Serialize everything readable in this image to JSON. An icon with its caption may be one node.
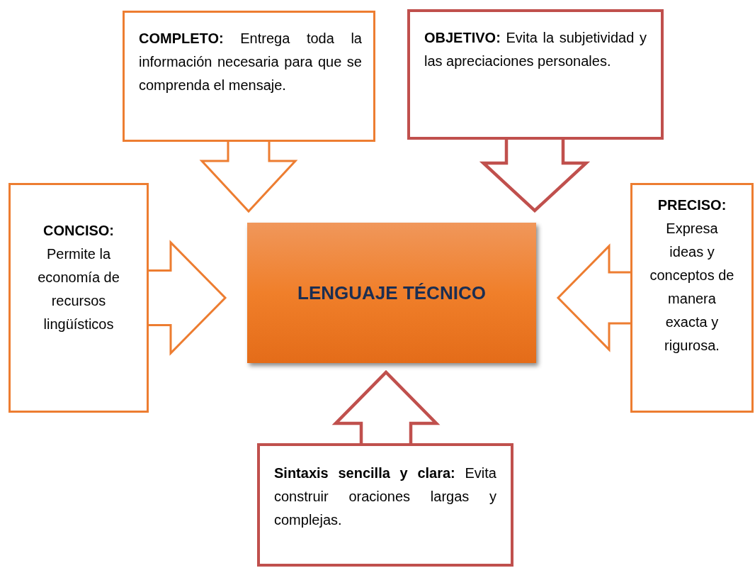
{
  "diagram": {
    "nodes": [
      {
        "text": [
          "**COMPLETO:** Entrega toda la información necesaria para que se comprenda el mensaje."
        ]
      },
      {
        "text": [
          "**OBJETIVO:** Evita la subjetividad y las apreciaciones personales."
        ]
      },
      {
        "text": [
          "CONCISO:",
          "Permite la economía de recursos lingüísticos"
        ]
      },
      {
        "text": [
          "LENGUAJE TÉCNICO"
        ]
      },
      {
        "text": [
          "PRECISO:",
          "Expresa ideas y conceptos de manera exacta y rigurosa."
        ]
      },
      {
        "text": [
          "**Sintaxis sencilla y clara:** Evita construir oraciones largas y complejas."
        ]
      }
    ],
    "edges": [
      {
        "from": 0,
        "to": 3,
        "arrow": "to"
      },
      {
        "from": 1,
        "to": 3,
        "arrow": "to",
        "style": "thick",
        "color": "#c0504d"
      },
      {
        "from": 2,
        "to": 3,
        "arrow": "to"
      },
      {
        "from": 4,
        "to": 3,
        "arrow": "to"
      },
      {
        "from": 5,
        "to": 3,
        "arrow": "to",
        "style": "thick",
        "color": "#c0504d"
      }
    ]
  }
}
